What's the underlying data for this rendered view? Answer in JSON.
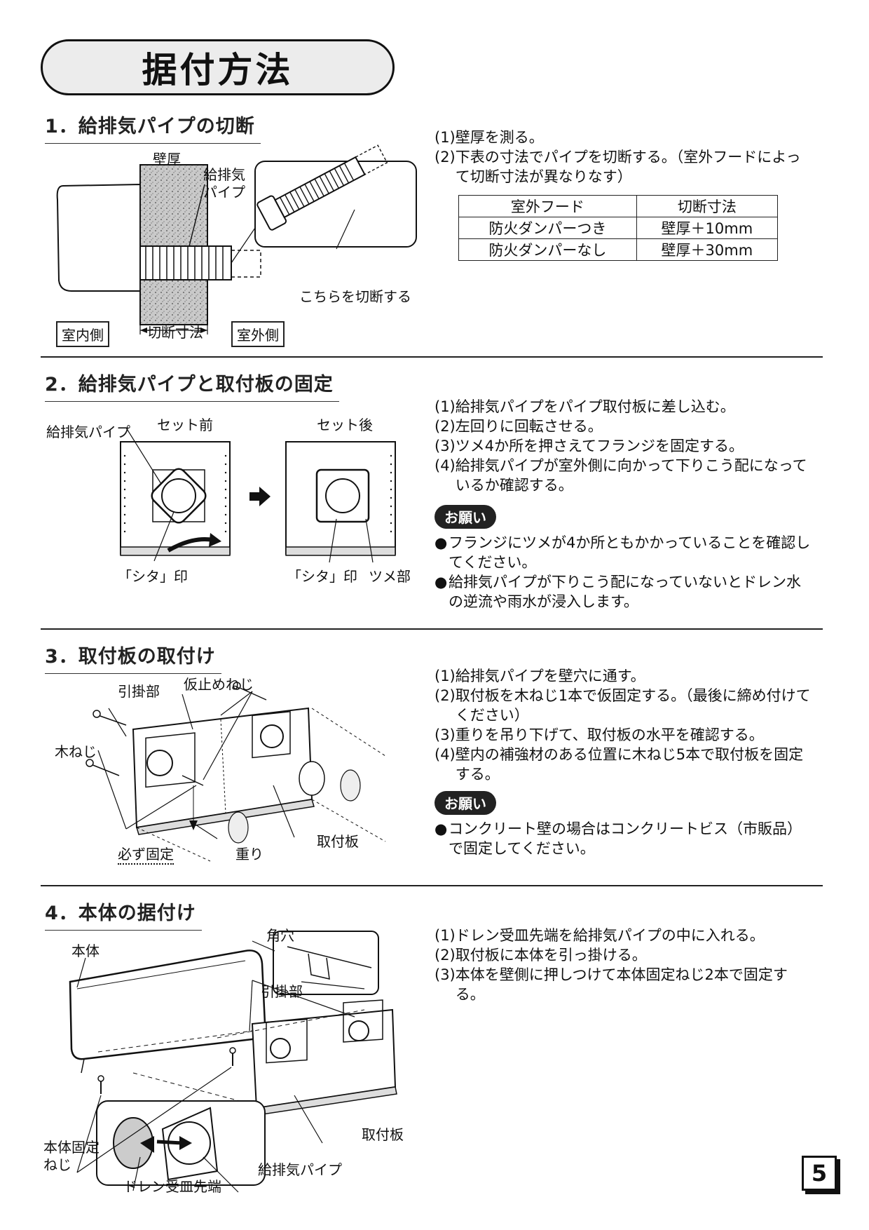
{
  "page_title": "据付方法",
  "page_number": "5",
  "section1": {
    "heading": "1．給排気パイプの切断",
    "steps": [
      {
        "num": "(1)",
        "text": "壁厚を測る。"
      },
      {
        "num": "(2)",
        "text": "下表の寸法でパイプを切断する。（室外フードによって切断寸法が異なりなす）"
      }
    ],
    "table": {
      "headers": [
        "室外フード",
        "切断寸法"
      ],
      "rows": [
        [
          "防火ダンパーつき",
          "壁厚＋10mm"
        ],
        [
          "防火ダンパーなし",
          "壁厚＋30mm"
        ]
      ]
    },
    "labels": {
      "wall_thickness": "壁厚",
      "pipe_line1": "給排気",
      "pipe_line2": "パイプ",
      "cut_here": "こちらを切断する",
      "indoor": "室内側",
      "cut_dim": "切断寸法",
      "outdoor": "室外側"
    }
  },
  "section2": {
    "heading": "2．給排気パイプと取付板の固定",
    "steps": [
      {
        "num": "(1)",
        "text": "給排気パイプをパイプ取付板に差し込む。"
      },
      {
        "num": "(2)",
        "text": "左回りに回転させる。"
      },
      {
        "num": "(3)",
        "text": "ツメ4か所を押さえてフランジを固定する。"
      },
      {
        "num": "(4)",
        "text": "給排気パイプが室外側に向かって下りこう配になっているか確認する。"
      }
    ],
    "note_label": "お願い",
    "notes": [
      "フランジにツメが4か所ともかかっていることを確認してください。",
      "給排気パイプが下りこう配になっていないとドレン水の逆流や雨水が浸入します。"
    ],
    "labels": {
      "pipe": "給排気パイプ",
      "before": "セット前",
      "after": "セット後",
      "shita_mark_left": "「シタ」印",
      "shita_mark_right": "「シタ」印",
      "tsume": "ツメ部"
    }
  },
  "section3": {
    "heading": "3．取付板の取付け",
    "steps": [
      {
        "num": "(1)",
        "text": "給排気パイプを壁穴に通す。"
      },
      {
        "num": "(2)",
        "text": "取付板を木ねじ1本で仮固定する。（最後に締め付けてください）"
      },
      {
        "num": "(3)",
        "text": "重りを吊り下げて、取付板の水平を確認する。"
      },
      {
        "num": "(4)",
        "text": "壁内の補強材のある位置に木ねじ5本で取付板を固定する。"
      }
    ],
    "note_label": "お願い",
    "notes": [
      "コンクリート壁の場合はコンクリートビス（市販品）で固定してください。"
    ],
    "labels": {
      "hook": "引掛部",
      "temp_screw": "仮止めねじ",
      "wood_screw": "木ねじ",
      "must_fix": "必ず固定",
      "weight": "重り",
      "plate": "取付板"
    }
  },
  "section4": {
    "heading": "4．本体の据付け",
    "steps": [
      {
        "num": "(1)",
        "text": "ドレン受皿先端を給排気パイプの中に入れる。"
      },
      {
        "num": "(2)",
        "text": "取付板に本体を引っ掛ける。"
      },
      {
        "num": "(3)",
        "text": "本体を壁側に押しつけて本体固定ねじ2本で固定する。"
      }
    ],
    "labels": {
      "body": "本体",
      "square_hole": "角穴",
      "hook": "引掛部",
      "fix_screw_line1": "本体固定",
      "fix_screw_line2": "ねじ",
      "plate": "取付板",
      "drain_tip": "ドレン受皿先端",
      "pipe": "給排気パイプ"
    }
  }
}
